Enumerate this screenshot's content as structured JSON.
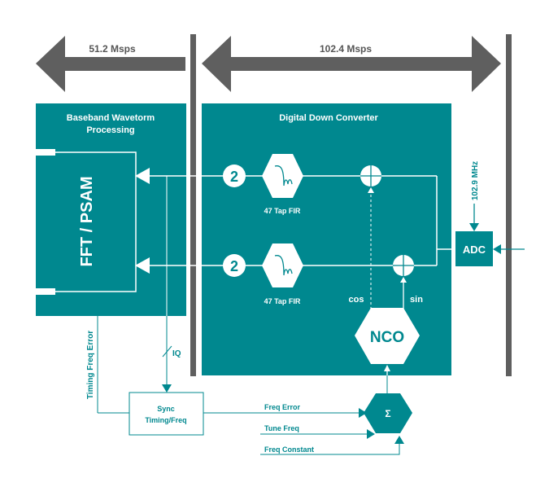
{
  "colors": {
    "teal": "#00888f",
    "gray": "#5f5f5f",
    "white": "#ffffff",
    "rate_label": "#555555"
  },
  "rates": {
    "left": "51.2 Msps",
    "right": "102.4 Msps"
  },
  "blocks": {
    "baseband": {
      "title_line1": "Baseband Wavetorm",
      "title_line2": "Processing"
    },
    "fft": {
      "label": "FFT / PSAM"
    },
    "ddc": {
      "title": "Digital Down Converter"
    },
    "decimator_i": {
      "label": "2"
    },
    "decimator_q": {
      "label": "2"
    },
    "fir_i": {
      "label": "47 Tap FIR",
      "icon": "lowpass-filter-icon"
    },
    "fir_q": {
      "label": "47 Tap FIR",
      "icon": "lowpass-filter-icon"
    },
    "mixer_i": {
      "icon": "mixer-cross-icon"
    },
    "mixer_q": {
      "icon": "mixer-cross-icon"
    },
    "nco": {
      "label": "NCO",
      "cos_label": "cos",
      "sin_label": "sin"
    },
    "adc": {
      "label": "ADC",
      "clock_label": "102.9 MHz"
    },
    "sync": {
      "line1": "Sync",
      "line2": "Timing/Freq"
    },
    "summer": {
      "label": "Σ"
    }
  },
  "signals": {
    "timing_freq_error": "Timing Freq Error",
    "iq": "IQ",
    "freq_error": "Freq Error",
    "tune_freq": "Tune Freq",
    "freq_constant": "Freq Constant"
  }
}
